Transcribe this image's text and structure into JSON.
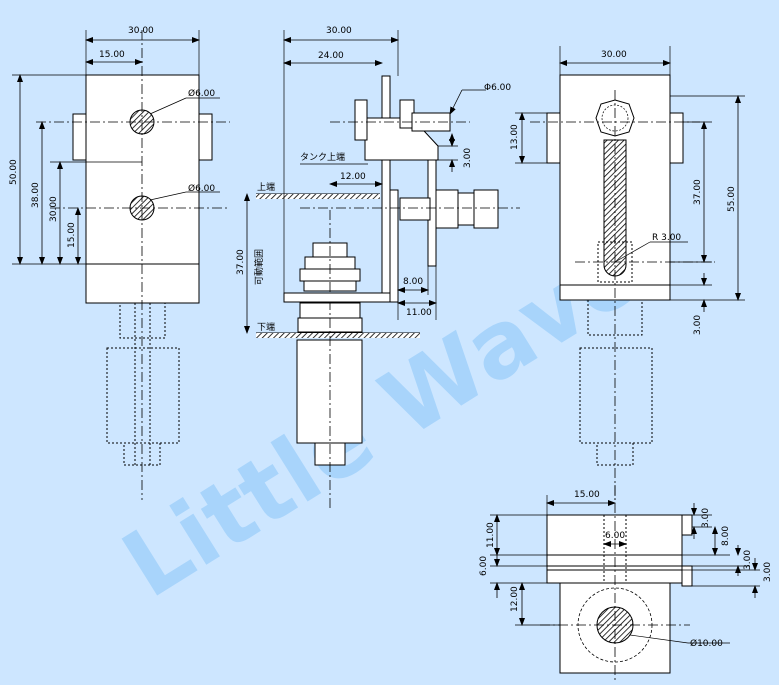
{
  "watermark": "Little Wave",
  "front_view": {
    "width_total": "30.00",
    "width_half": "15.00",
    "height_total": "50.00",
    "height_38": "38.00",
    "height_30": "30.00",
    "height_15": "15.00",
    "hole_upper": "Ø6.00",
    "hole_lower": "Ø6.00"
  },
  "side_view": {
    "width_total": "30.00",
    "width_24": "24.00",
    "bolt_dia": "Φ6.00",
    "offset_3": "3.00",
    "tank_top_label": "タンク上端",
    "dim_12": "12.00",
    "upper_end": "上端",
    "lower_end": "下端",
    "travel_label": "可動範囲",
    "travel_value": "37.00",
    "dim_8": "8.00",
    "dim_11": "11.00"
  },
  "right_view": {
    "width_total": "30.00",
    "dim_13": "13.00",
    "dim_37": "37.00",
    "dim_55": "55.00",
    "radius": "R 3.00",
    "dim_3": "3.00"
  },
  "bottom_view": {
    "width_15": "15.00",
    "dim_11": "11.00",
    "dim_6": "6.00",
    "dim_12": "12.00",
    "slot_6": "6.00",
    "dim_3a": "3.00",
    "dim_8": "8.00",
    "dim_3b": "3.00",
    "dim_3c": "3.00",
    "hole_dia": "Ø10.00"
  }
}
